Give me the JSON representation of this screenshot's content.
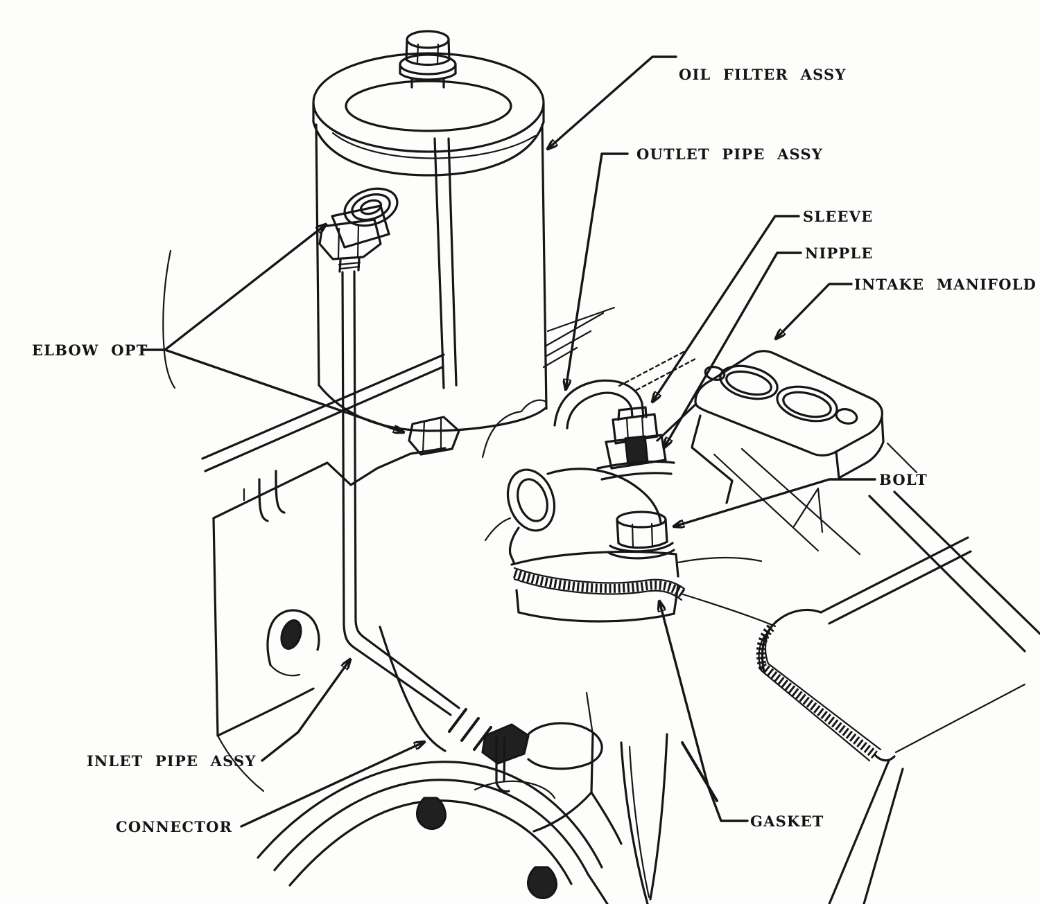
{
  "diagram": {
    "kind": "exploded-parts-line-drawing",
    "subject": "engine oil filter installation",
    "ink_color": "#161616",
    "paper_color": "#fdfdfc",
    "labels": {
      "oil_filter_assy": {
        "text": "OIL FILTER ASSY"
      },
      "outlet_pipe_assy": {
        "text": "OUTLET PIPE ASSY"
      },
      "sleeve": {
        "text": "SLEEVE"
      },
      "nipple": {
        "text": "NIPPLE"
      },
      "intake_manifold": {
        "text": "INTAKE MANIFOLD"
      },
      "bolt": {
        "text": "BOLT"
      },
      "elbow_opt": {
        "text": "ELBOW OPT"
      },
      "inlet_pipe_assy": {
        "text": "INLET PIPE ASSY"
      },
      "connector": {
        "text": "CONNECTOR"
      },
      "gasket": {
        "text": "GASKET"
      }
    }
  }
}
